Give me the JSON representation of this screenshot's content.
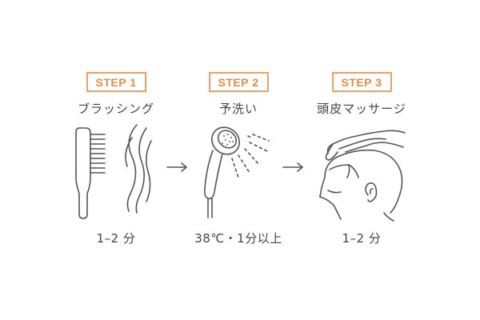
{
  "steps": [
    {
      "badge": "STEP 1",
      "title": "ブラッシング",
      "duration": "1–2 分",
      "icon": "brush-and-hair-icon"
    },
    {
      "badge": "STEP 2",
      "title": "予洗い",
      "duration": "38℃・1分以上",
      "icon": "shower-head-icon"
    },
    {
      "badge": "STEP 3",
      "title": "頭皮マッサージ",
      "duration": "1–2 分",
      "icon": "scalp-massage-icon"
    }
  ],
  "colors": {
    "accent": "#ee8a3c",
    "line": "#555555",
    "text": "#3d3d3d"
  }
}
